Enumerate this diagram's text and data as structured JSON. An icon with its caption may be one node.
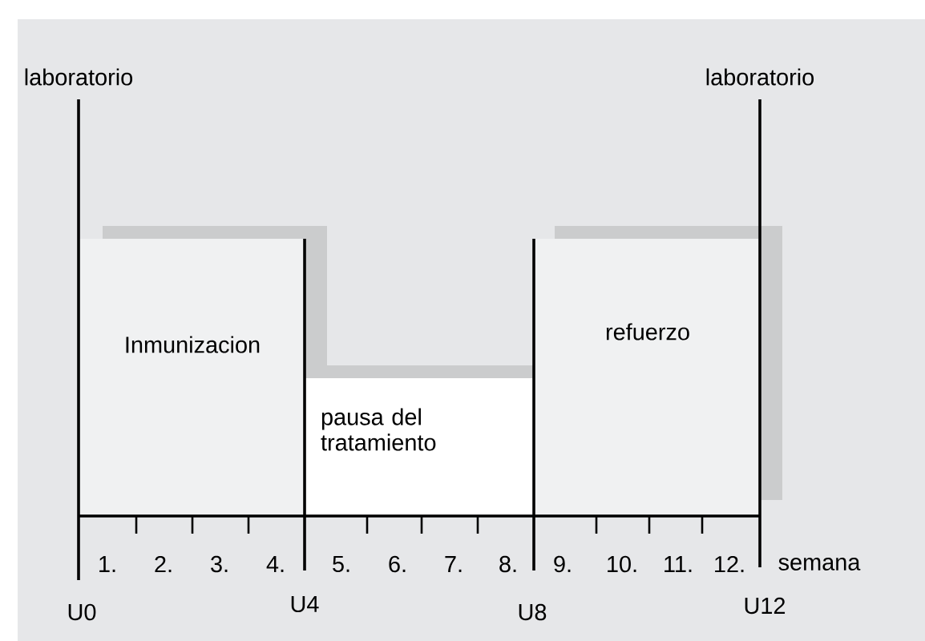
{
  "diagram": {
    "nodes": [
      {
        "text": [
          "Inmunizacion"
        ]
      },
      {
        "text": [
          "pausa del tratamiento"
        ]
      },
      {
        "text": [
          "refuerzo"
        ]
      }
    ],
    "labels": [
      "laboratorio",
      "laboratorio",
      "1.",
      "2.",
      "3.",
      "4.",
      "5.",
      "6.",
      "7.",
      "8.",
      "9.",
      "10.",
      "11.",
      "12.",
      "semana",
      "U0",
      "U4",
      "U8",
      "U12"
    ]
  }
}
